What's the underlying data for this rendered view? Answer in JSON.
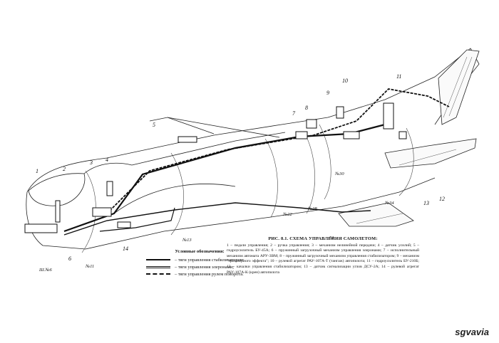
{
  "diagram": {
    "callouts": [
      "1",
      "2",
      "3",
      "4",
      "5",
      "6",
      "7",
      "8",
      "9",
      "10",
      "11",
      "12",
      "13",
      "14"
    ],
    "frame_labels": [
      "Ш.№6",
      "№11",
      "№13",
      "№22",
      "№28",
      "№30",
      "№34",
      "51"
    ]
  },
  "legend": {
    "title": "Условные обозначения:",
    "items": [
      "– тяги управления стабилизатором;",
      "– тяги управления элеронами;",
      "– тяги управления рулем поворота."
    ]
  },
  "caption": {
    "title": "РИС. 8.1. СХЕМА УПРАВЛЕНИЯ САМОЛЕТОМ:",
    "body": "1 – педали управления; 2 – ручка управления; 3 – механизм нелинейной передачи; 4 – датчик усилий; 5 – гидроусилитель БУ-45А; 6 – пружинный загрузочный механизм управления элеронами; 7 – исполнительный механизм автомата АРУ-3ВМ; 8 – пружинный загрузочный механизм управления стабилизатором; 9 – механизм \"триммерного эффекта\"; 10 – рулевой агрегат РАУ-107А-Т (тангаж) автопилота; 11 – гидроусилитель БУ-210Б; 12 – качалки управления стабилизатором; 13 – датчик сигнализации углов ДСУ-2А; 14 – рулевой агрегат РАУ-107А-К (крен) автопилота"
  },
  "watermark": "sgvavia"
}
